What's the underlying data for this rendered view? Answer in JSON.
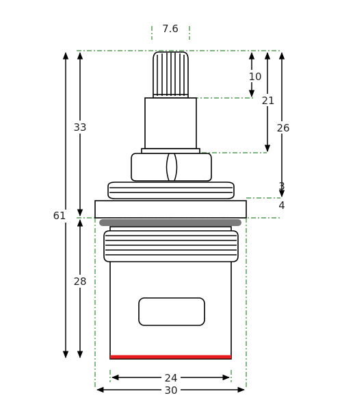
{
  "dimensions": {
    "spline_width": "7.6",
    "overall_height": "61",
    "upper_height": "33",
    "lower_height": "28",
    "spline_height": "10",
    "stem_to_hex": "21",
    "top_to_thread": "26",
    "thread_upper": "3",
    "flange": "4",
    "body_width": "24",
    "flange_width": "30"
  },
  "colors": {
    "outline": "#000000",
    "guide": "#2e8b2e",
    "seal_ring": "#7a7a7a",
    "base_seal": "#e81c1c"
  }
}
